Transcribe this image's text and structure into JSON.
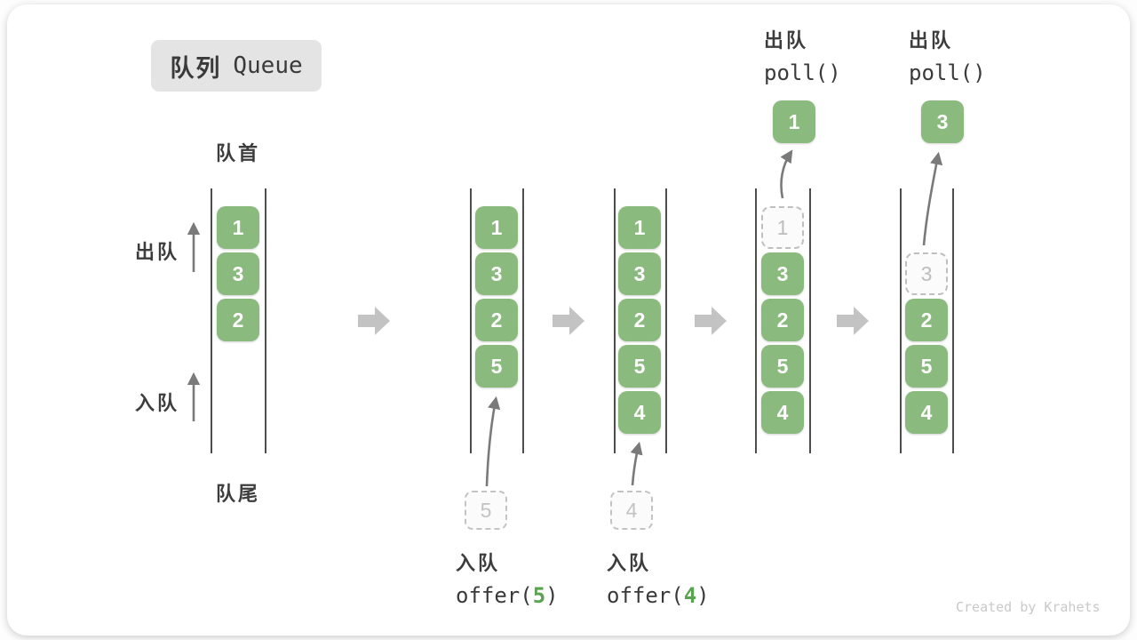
{
  "title": {
    "zh": "队列",
    "en": "Queue"
  },
  "labels": {
    "front": "队首",
    "rear": "队尾",
    "dequeue": "出队",
    "enqueue": "入队"
  },
  "colors": {
    "cell_green": "#8bba7f",
    "code_accent_green": "#5aa350",
    "block_arrow_gray": "#c3c3c3",
    "thin_arrow_gray": "#7a7a7a",
    "badge_gray": "#e4e4e4"
  },
  "states": {
    "s1": {
      "cells": [
        "1",
        "3",
        "2"
      ]
    },
    "s2": {
      "cells": [
        "1",
        "3",
        "2",
        "5"
      ],
      "incoming": "5"
    },
    "s3": {
      "cells": [
        "1",
        "3",
        "2",
        "5",
        "4"
      ],
      "incoming": "4"
    },
    "s4": {
      "removed": "1",
      "cells": [
        "3",
        "2",
        "5",
        "4"
      ],
      "extracted": "1"
    },
    "s5": {
      "removed": "3",
      "cells": [
        "2",
        "5",
        "4"
      ],
      "extracted": "3"
    }
  },
  "operations": {
    "enqueue5": {
      "zh": "入队",
      "pre": "offer(",
      "arg": "5",
      "post": ")"
    },
    "enqueue4": {
      "zh": "入队",
      "pre": "offer(",
      "arg": "4",
      "post": ")"
    },
    "poll1": {
      "zh": "出队",
      "code": "poll()"
    },
    "poll2": {
      "zh": "出队",
      "code": "poll()"
    }
  },
  "watermark": "Created by Krahets"
}
